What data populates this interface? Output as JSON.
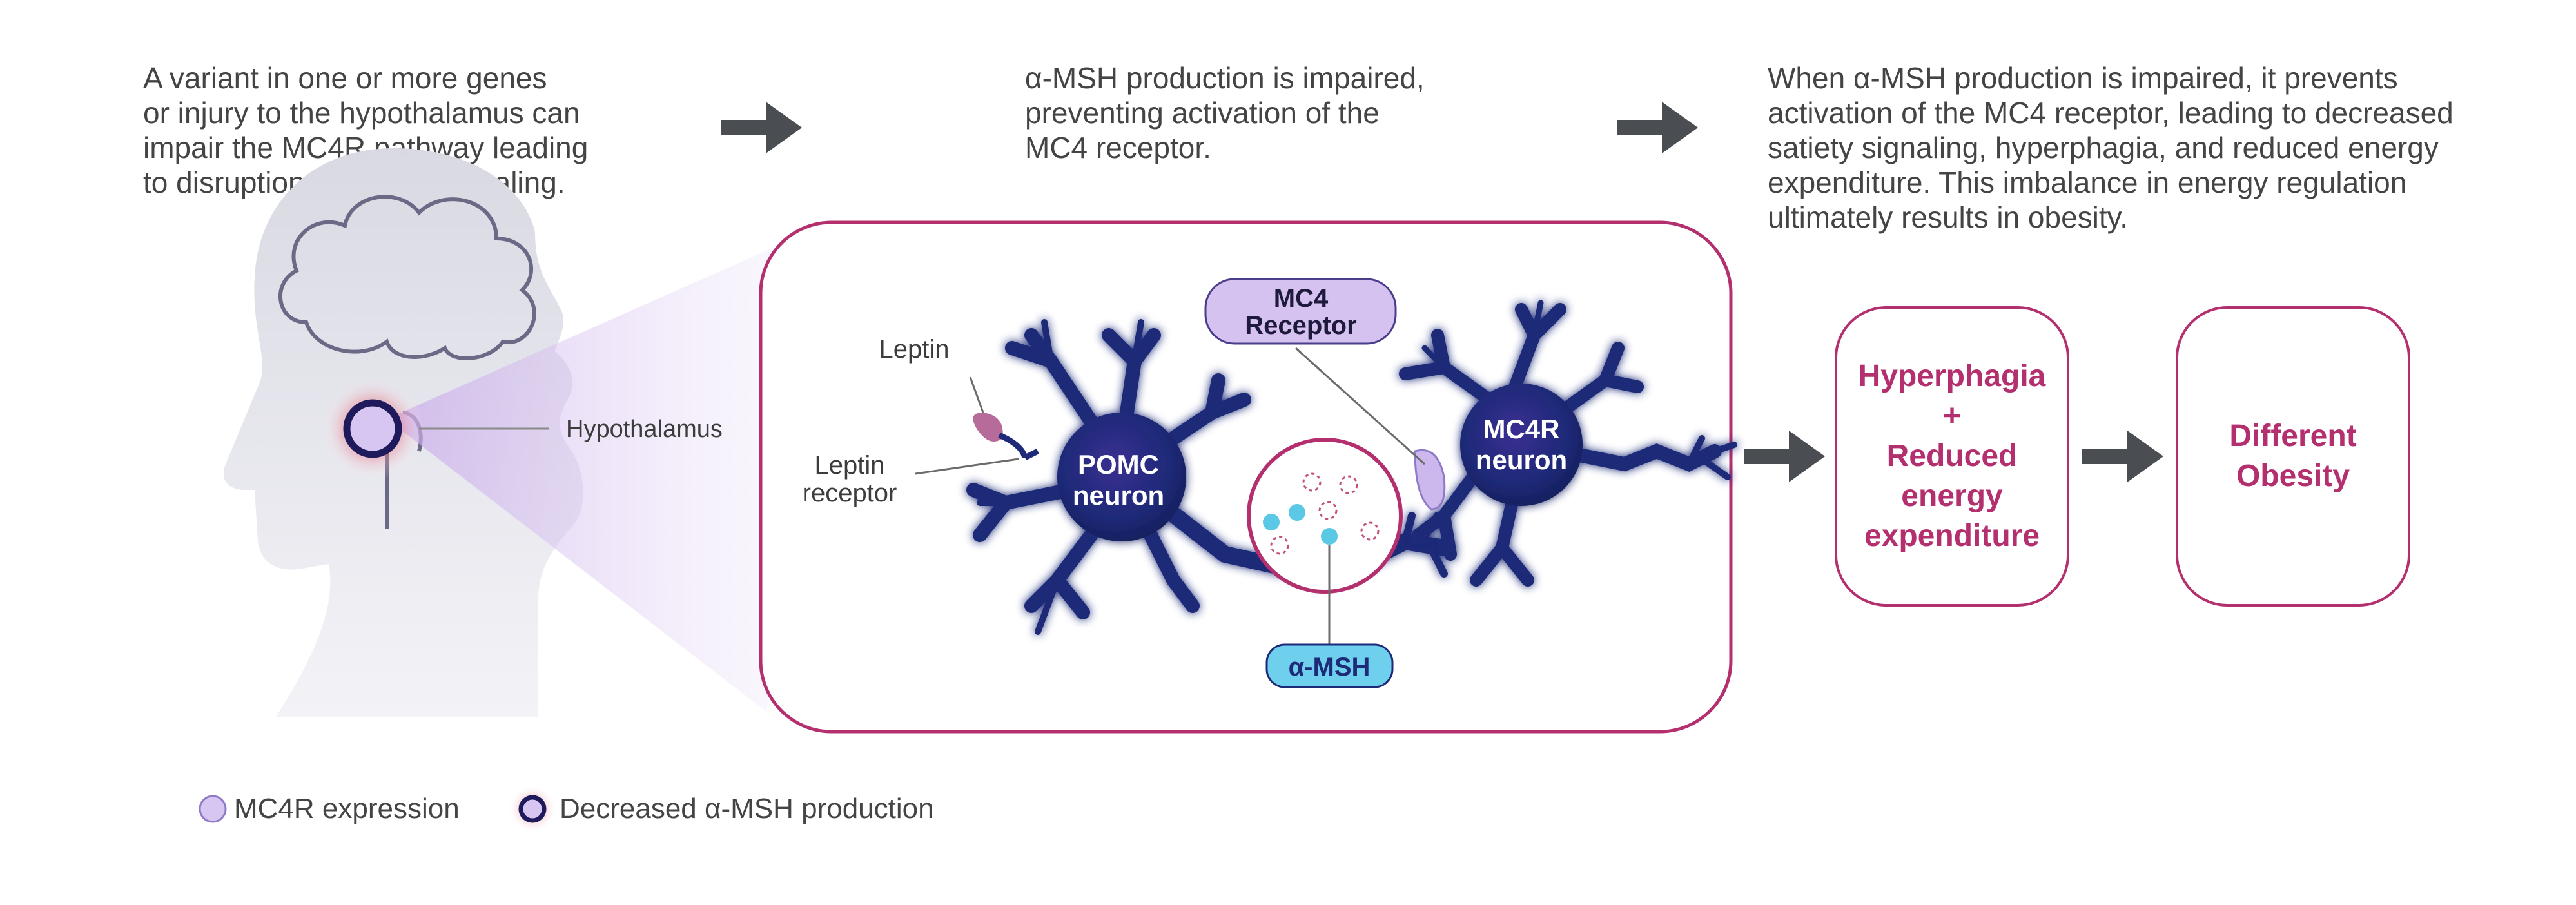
{
  "steps": {
    "step1": "A variant in one or more genes\nor injury to the hypothalamus can\nimpair the MC4R pathway leading\nto disruption of satiety signaling.",
    "step2": "α-MSH production is impaired,\npreventing activation of the\nMC4 receptor.",
    "step3": "When α-MSH production is impaired, it prevents\nactivation of the MC4 receptor, leading to decreased\nsatiety signaling, hyperphagia, and reduced energy\nexpenditure. This imbalance in energy regulation\nultimately results in obesity."
  },
  "head": {
    "hypothalamus_label": "Hypothalamus"
  },
  "neurons": {
    "leptin_label": "Leptin",
    "leptin_receptor_label_line1": "Leptin",
    "leptin_receptor_label_line2": "receptor",
    "pomc_line1": "POMC",
    "pomc_line2": "neuron",
    "mc4r_line1": "MC4R",
    "mc4r_line2": "neuron",
    "mc4_receptor_line1": "MC4",
    "mc4_receptor_line2": "Receptor",
    "amsh_label": "α-MSH"
  },
  "outcomes": {
    "box1_line1": "Hyperphagia",
    "box1_plus": "+",
    "box1_line2": "Reduced",
    "box1_line3": "energy",
    "box1_line4": "expenditure",
    "box2_line1": "Different",
    "box2_line2": "Obesity"
  },
  "legend": {
    "mc4r_expression": "MC4R expression",
    "decreased_amsh": "Decreased α-MSH production"
  },
  "colors": {
    "accent_magenta": "#b42f6e",
    "neuron_navy": "#1e2a78",
    "lavender": "#cdb8ee",
    "cyan": "#5bc8e6",
    "arrow_gray": "#4a4d52"
  }
}
